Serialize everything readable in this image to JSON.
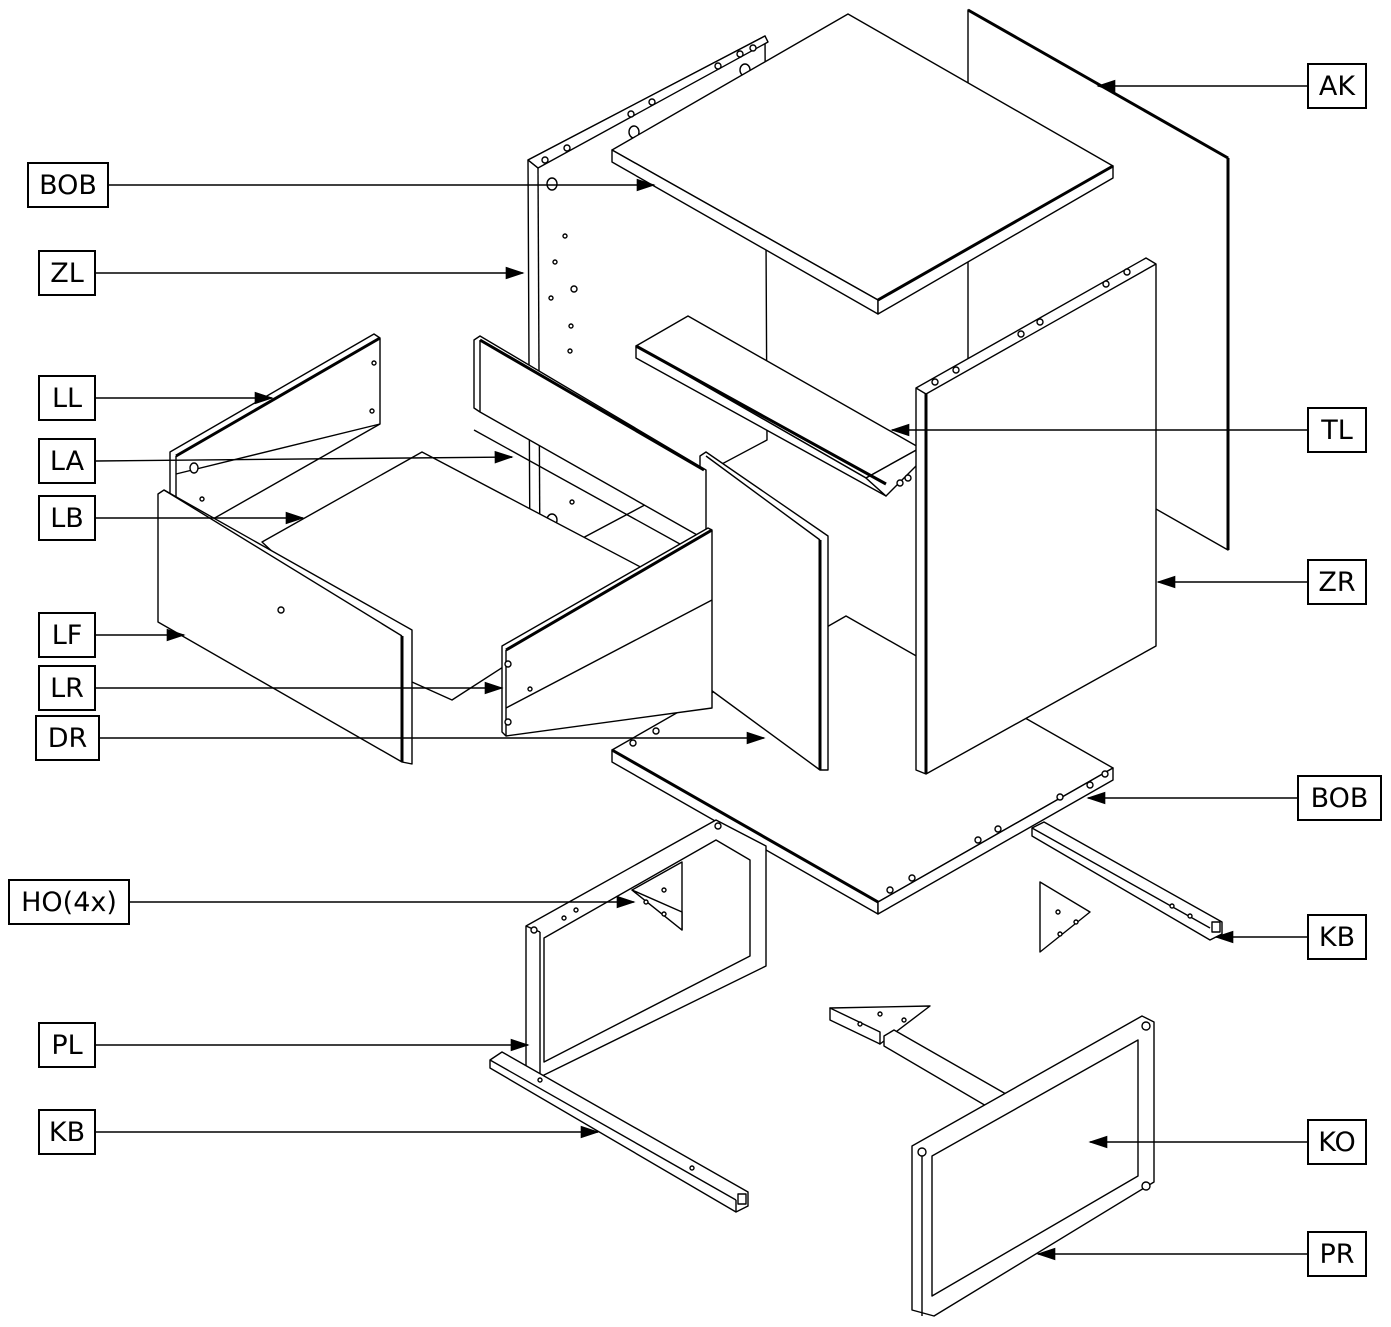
{
  "diagram": {
    "labels": {
      "ak": "AK",
      "bob_top": "BOB",
      "zl": "ZL",
      "ll": "LL",
      "la": "LA",
      "lb": "LB",
      "lf": "LF",
      "lr": "LR",
      "dr": "DR",
      "tl": "TL",
      "zr": "ZR",
      "bob_bottom": "BOB",
      "ho": "HO(4x)",
      "kb_right": "KB",
      "pl": "PL",
      "kb_left": "KB",
      "ko": "KO",
      "pr": "PR"
    }
  },
  "colors": {
    "line": "#000000",
    "panel": "#ffffff",
    "edge": "#111111"
  }
}
